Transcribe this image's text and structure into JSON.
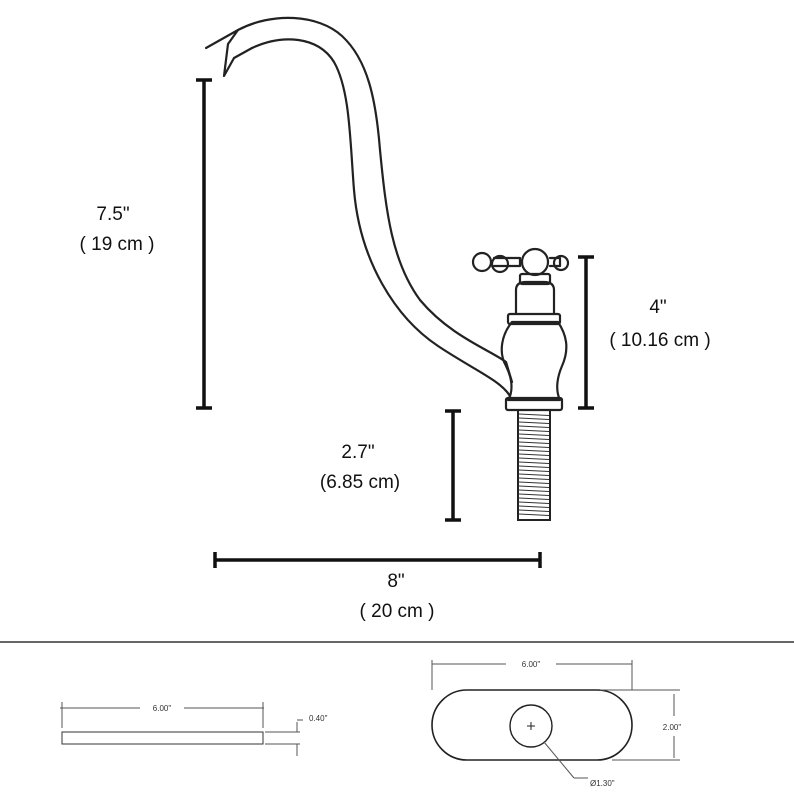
{
  "dimensions": {
    "spout_height": {
      "inches": "7.5\"",
      "cm": "( 19 cm )"
    },
    "handle_height": {
      "inches": "4\"",
      "cm": "( 10.16 cm )"
    },
    "shank_length": {
      "inches": "2.7\"",
      "cm": "(6.85 cm)"
    },
    "reach": {
      "inches": "8\"",
      "cm": "( 20 cm )"
    }
  },
  "plate_side_view": {
    "length": "6.00\"",
    "thickness": "0.40\""
  },
  "plate_top_view": {
    "length": "6.00\"",
    "width": "2.00\"",
    "hole_diameter": "Ø1.30\""
  },
  "colors": {
    "ink": "#111111",
    "outline": "#222222",
    "light_line": "#555555"
  }
}
